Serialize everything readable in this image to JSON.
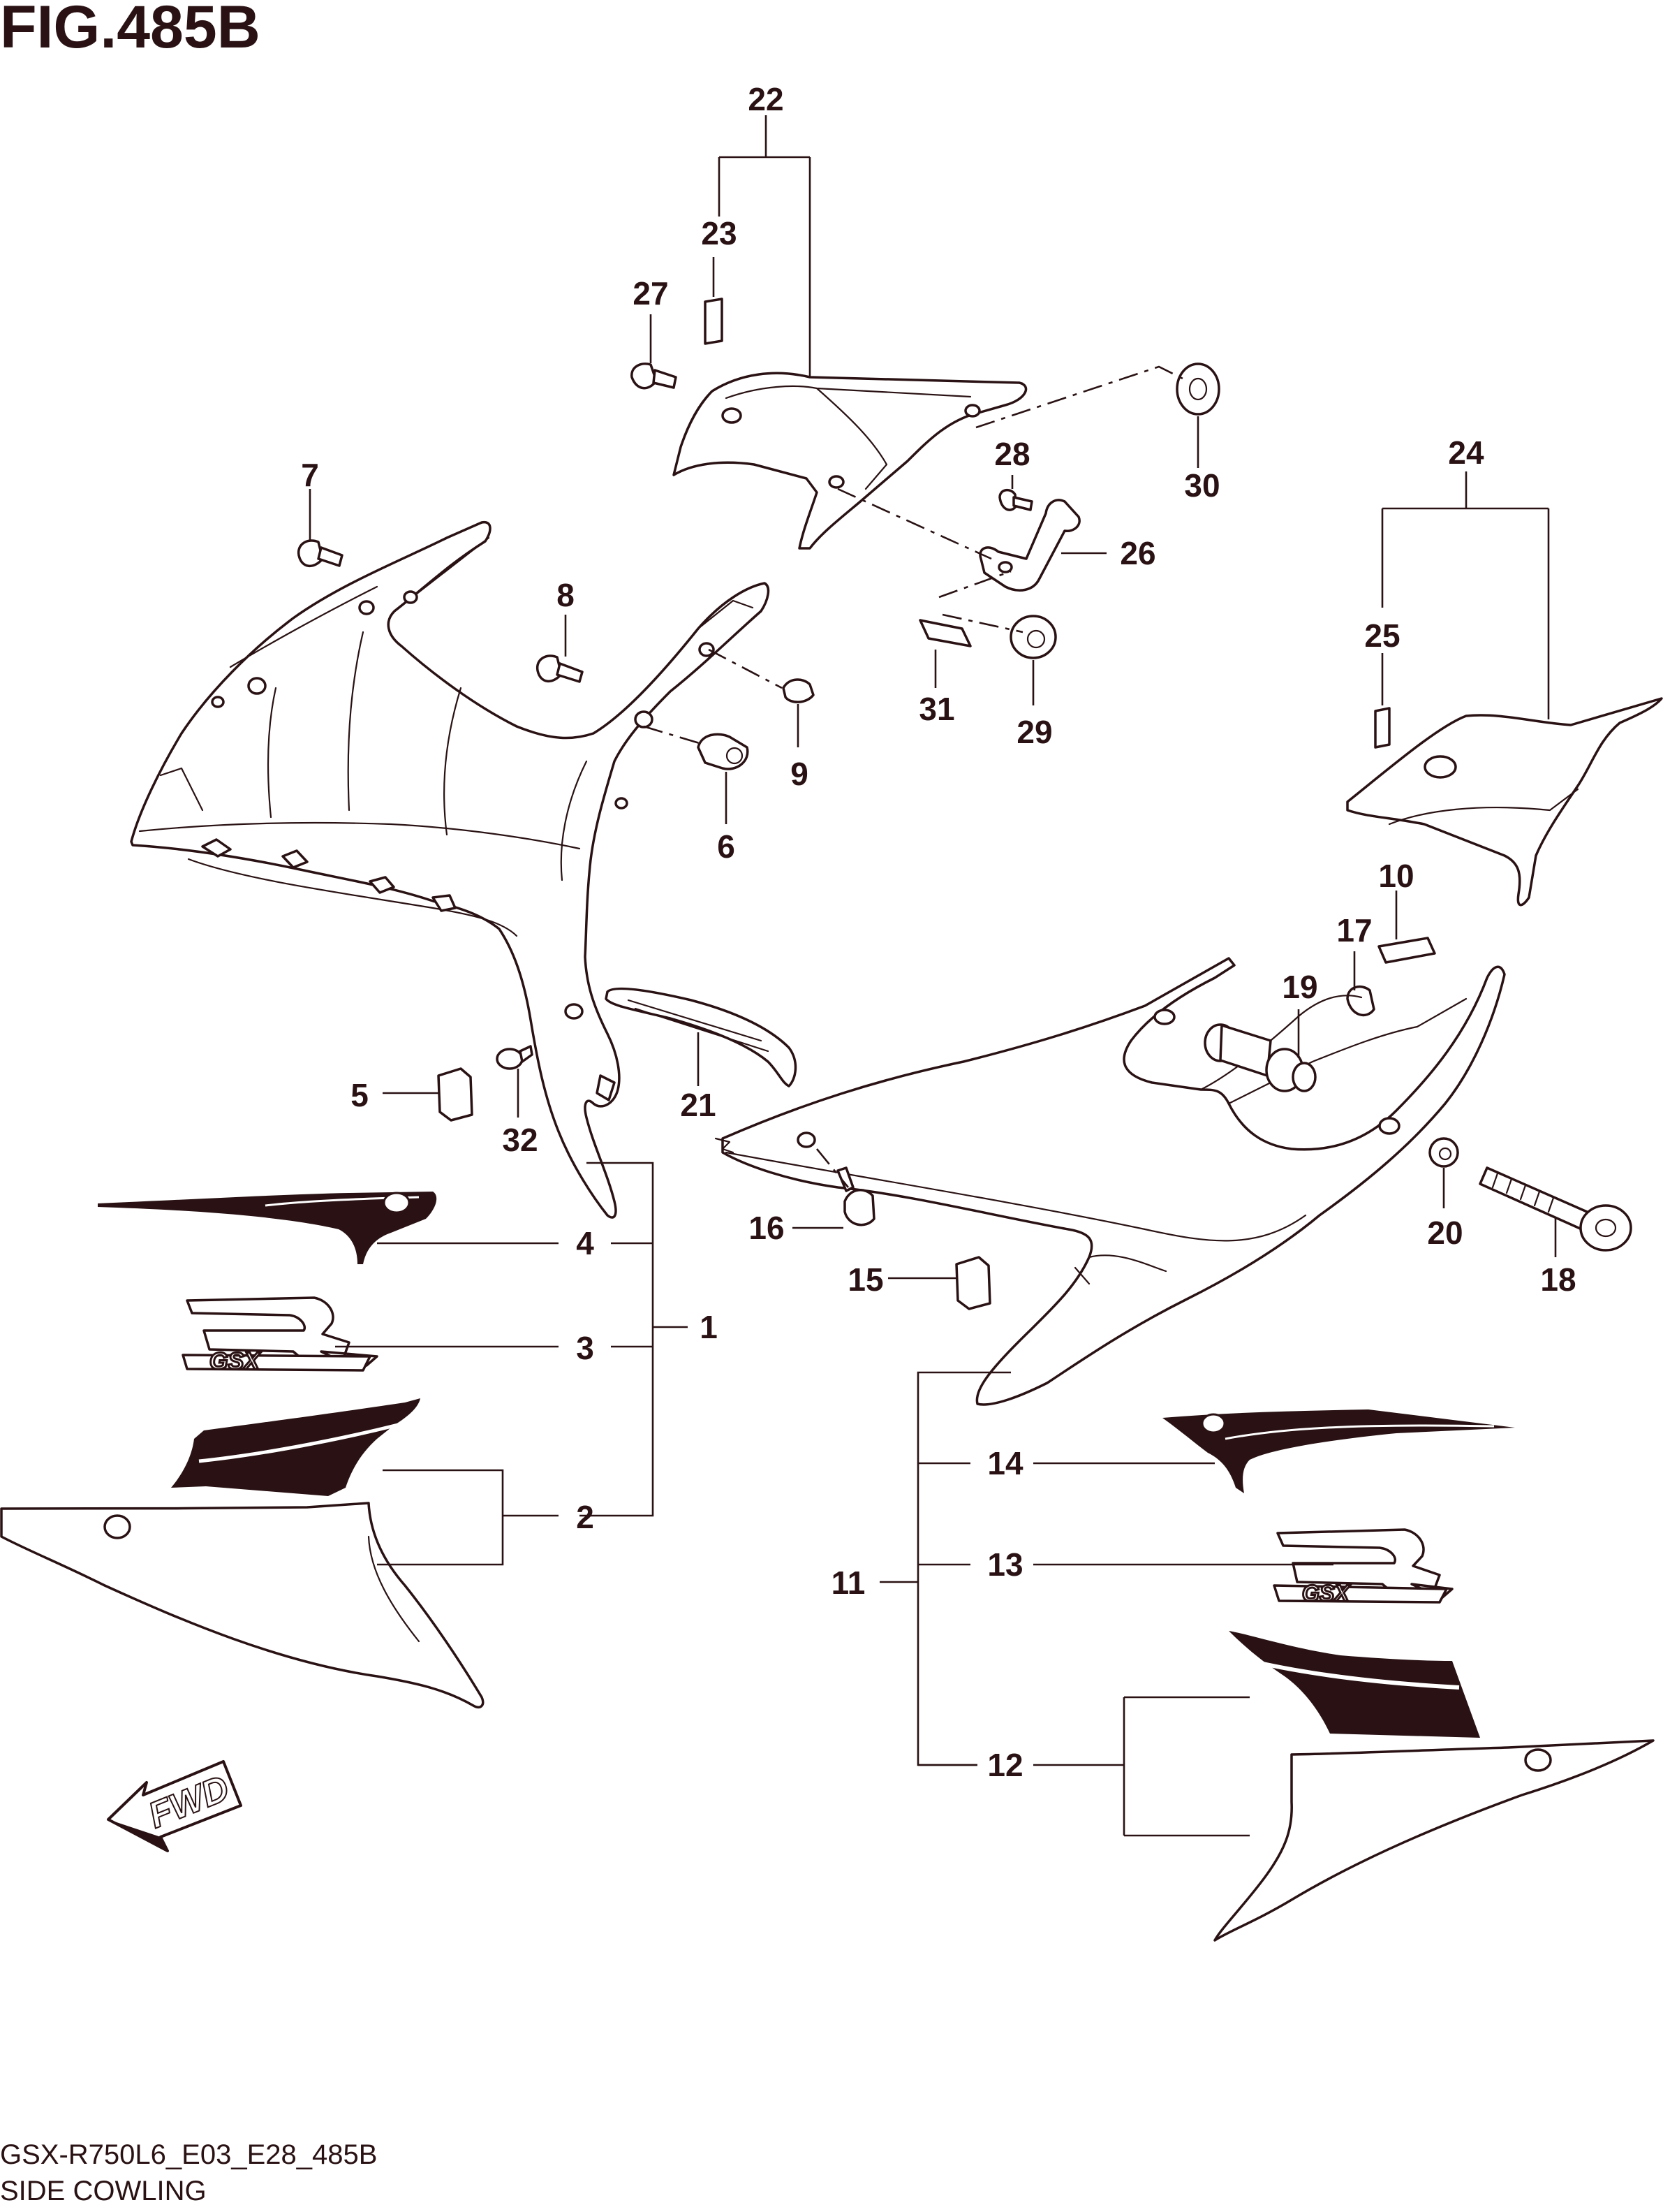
{
  "figure": {
    "title": "FIG.485B",
    "model_code": "GSX-R750L6_E03_E28_485B",
    "section_name": "SIDE COWLING",
    "direction_label": "FWD",
    "decal_badge_letters": "GSX",
    "ink_color": "#2a1214"
  },
  "callouts": [
    "1",
    "2",
    "3",
    "4",
    "5",
    "6",
    "7",
    "8",
    "9",
    "10",
    "11",
    "12",
    "13",
    "14",
    "15",
    "16",
    "17",
    "18",
    "19",
    "20",
    "21",
    "22",
    "23",
    "24",
    "25",
    "26",
    "27",
    "28",
    "29",
    "30",
    "31",
    "32"
  ]
}
